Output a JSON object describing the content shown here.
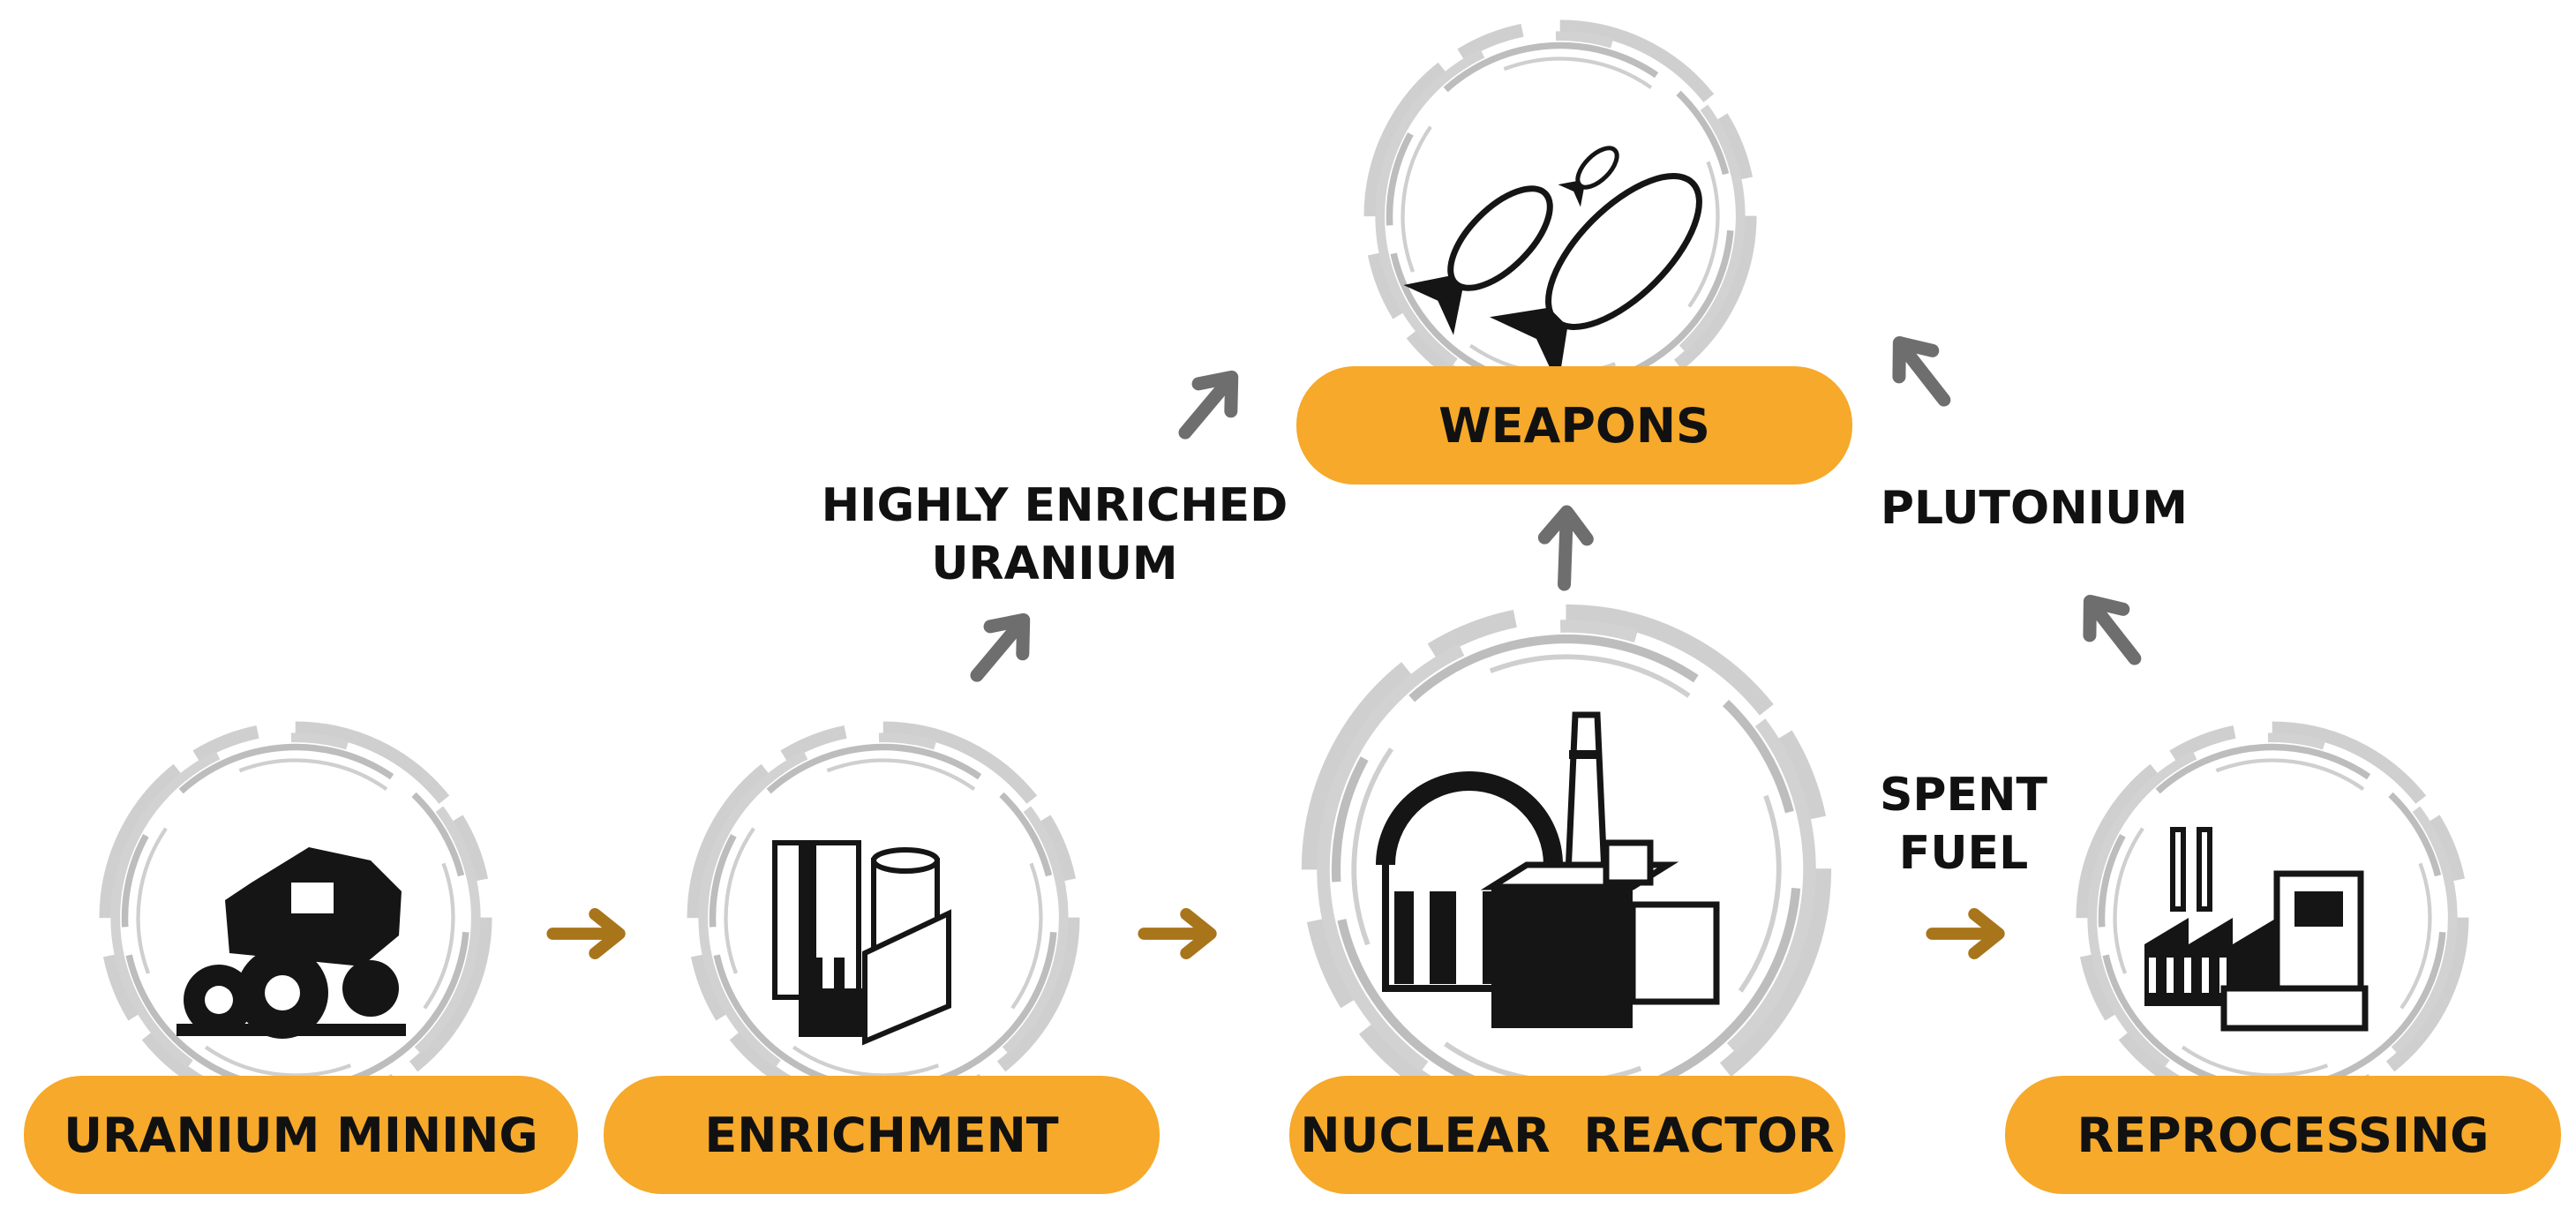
{
  "nodes": {
    "uranium_mining": {
      "label": "URANIUM MINING",
      "icon": "mining-truck-icon"
    },
    "enrichment": {
      "label": "ENRICHMENT",
      "icon": "enrichment-plant-icon"
    },
    "nuclear_reactor": {
      "label": "NUCLEAR  REACTOR",
      "icon": "nuclear-plant-icon"
    },
    "reprocessing": {
      "label": "REPROCESSING",
      "icon": "reprocessing-factory-icon"
    },
    "weapons": {
      "label": "WEAPONS",
      "icon": "bombs-icon"
    }
  },
  "edge_labels": {
    "heu": {
      "line1": "HIGHLY ENRICHED",
      "line2": "URANIUM"
    },
    "plutonium": {
      "line1": "PLUTONIUM"
    },
    "spent_fuel": {
      "line1": "SPENT",
      "line2": "FUEL"
    }
  },
  "colors": {
    "pill": "#f6a92a",
    "text": "#111111",
    "arrow_gray": "#6e6e6e",
    "arrow_brown": "#a8751a",
    "brush": "#b9b9b9"
  }
}
